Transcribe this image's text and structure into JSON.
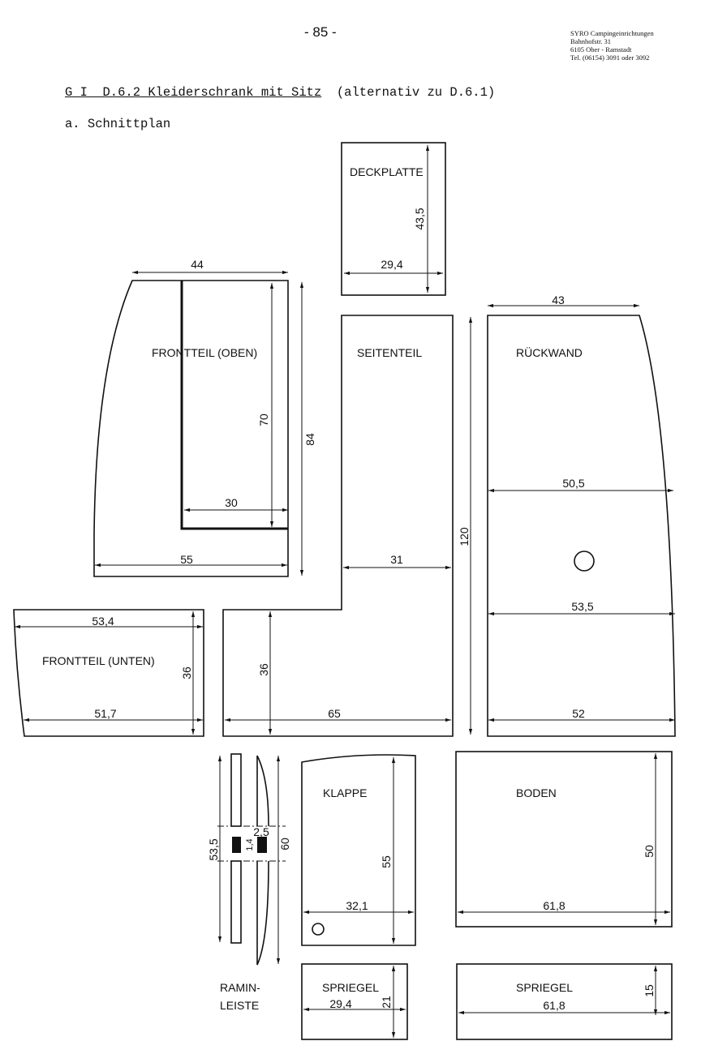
{
  "header": {
    "page_number": "- 85 -",
    "company": [
      "SYRO Campingeinrichtungen",
      "Bahnhofstr. 31",
      "6105 Ober - Ramstadt",
      "Tel. (06154) 3091 oder 3092"
    ],
    "title_underlined": "G I  D.6.2 Kleiderschrank mit Sitz",
    "title_rest": "  (alternativ zu D.6.1)",
    "subtitle": "a. Schnittplan"
  },
  "parts": {
    "deckplatte": {
      "label": "DECKPLATTE",
      "height": "43,5",
      "width": "29,4"
    },
    "frontteil_oben": {
      "label": "FRONTTEIL (OBEN)",
      "top": "44",
      "inner_height": "70",
      "height": "84",
      "inner_width": "30",
      "bottom": "55"
    },
    "seitenteil": {
      "label": "SEITENTEIL",
      "height": "120",
      "upper_width": "31",
      "lower_height": "36",
      "bottom": "65"
    },
    "rueckwand": {
      "label": "RÜCKWAND",
      "top": "43",
      "mid1": "50,5",
      "mid2": "53,5",
      "bottom": "52"
    },
    "frontteil_unten": {
      "label": "FRONTTEIL (UNTEN)",
      "top": "53,4",
      "height": "36",
      "bottom": "51,7"
    },
    "raminleiste": {
      "label1": "RAMIN-",
      "label2": "LEISTE",
      "length": "53,5",
      "thickness": "1,4",
      "width": "2,5",
      "length2": "60"
    },
    "klappe": {
      "label": "KLAPPE",
      "height": "55",
      "width": "32,1"
    },
    "boden": {
      "label": "BODEN",
      "height": "50",
      "width": "61,8"
    },
    "spriegel1": {
      "label": "SPRIEGEL",
      "width": "29,4",
      "height": "21"
    },
    "spriegel2": {
      "label": "SPRIEGEL",
      "width": "61,8",
      "height": "15"
    }
  }
}
